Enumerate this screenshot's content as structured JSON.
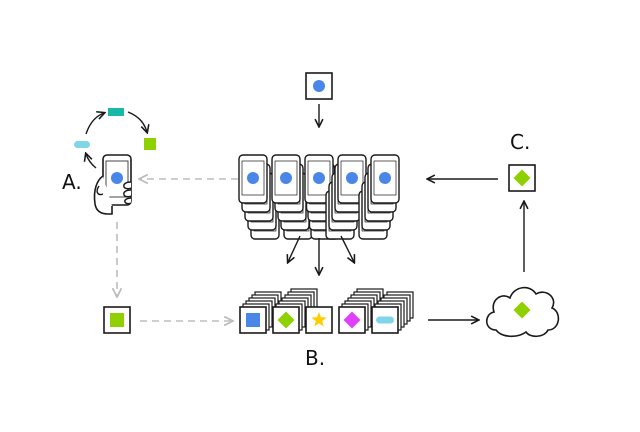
{
  "labels": {
    "a": "A.",
    "b": "B.",
    "c": "C."
  },
  "colors": {
    "ink": "#1a1a1a",
    "dashed": "#bdbdbd",
    "blue": "#4a86e8",
    "lime": "#8ed000",
    "teal": "#1ab8a8",
    "cyan": "#7fd6e8",
    "yellow": "#ffcc00",
    "magenta": "#e040fb"
  },
  "icons": {
    "top_input": "blue-dot",
    "cycle": [
      "teal-rect",
      "lime-square",
      "cyan-pill"
    ],
    "phone_fleet": "phones-with-blue-dot",
    "local_update": "lime-square",
    "aggregated_models": [
      "blue-square",
      "lime-diamond",
      "yellow-star",
      "magenta-diamond",
      "cyan-pill"
    ],
    "cloud_model": "lime-diamond",
    "global_model": "lime-diamond"
  }
}
